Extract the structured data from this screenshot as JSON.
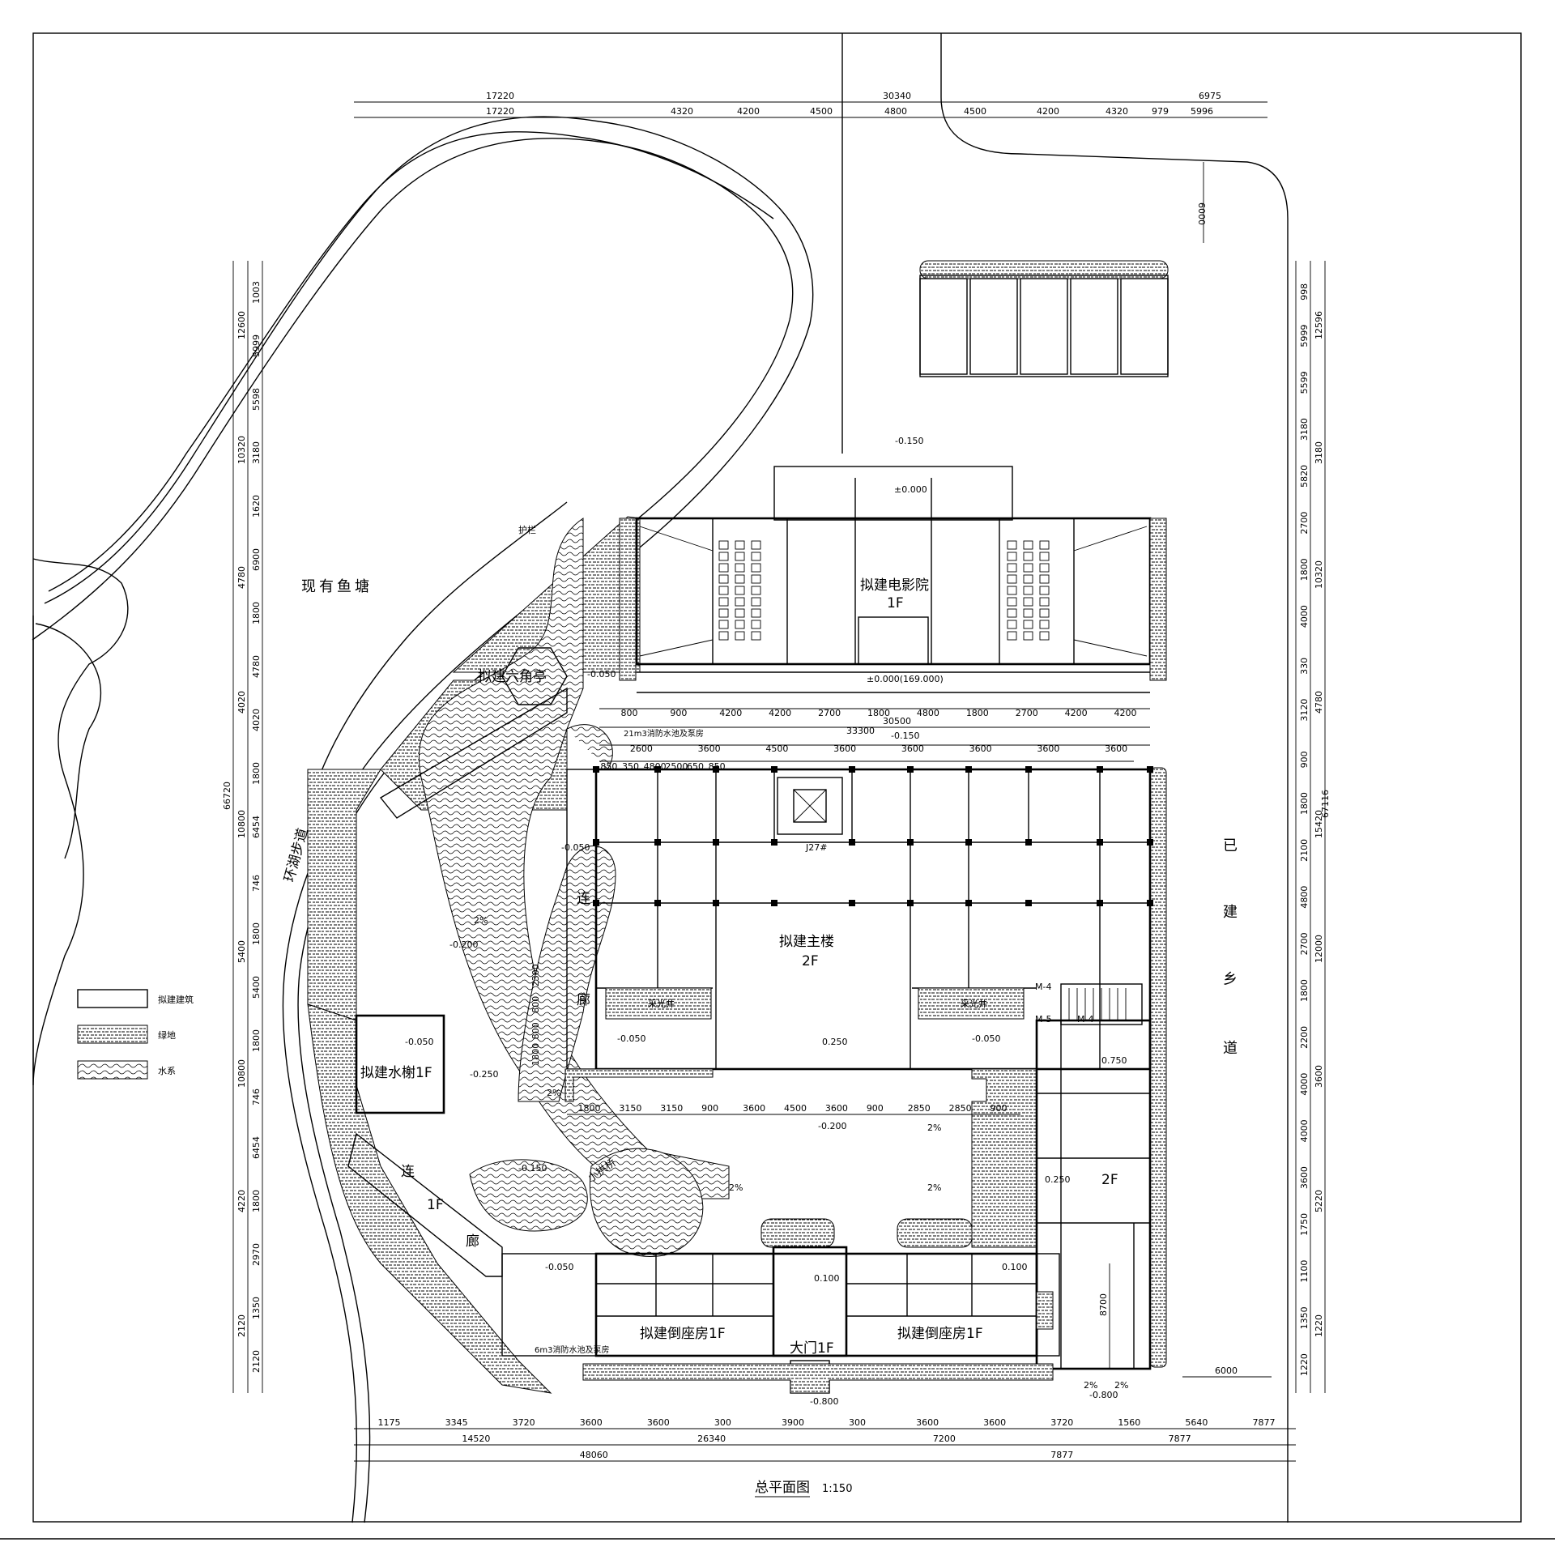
{
  "drawing": {
    "title": "总平面图",
    "scale": "1:150",
    "pond_label": "现有鱼塘",
    "road_label": [
      "已",
      "建",
      "乡",
      "道"
    ],
    "lake_walk": "环湖步道",
    "rail_label": "护栏"
  },
  "buildings": {
    "cinema": {
      "name": "拟建电影院",
      "floor": "1F"
    },
    "main": {
      "name": "拟建主楼",
      "floor": "2F"
    },
    "hexagon": "拟建六角亭",
    "water_pavilion": "拟建水榭1F",
    "side_left": "拟建倒座房1F",
    "side_right": "拟建倒座房1F",
    "gate": "大门1F",
    "east_wing_floor": "2F",
    "corridor_a": "连",
    "corridor_b": "廊",
    "corridor_c": [
      "连",
      "1F",
      "廊"
    ],
    "bridge": "小拱桥",
    "light_well_l": "采光井",
    "light_well_r": "采光井",
    "tank_top": "21m3消防水池及泵房",
    "tank_bottom": "6m3消防水池及泵房",
    "stair_labels": [
      "M-4",
      "M-5",
      "M-4"
    ],
    "j_label": "J27#"
  },
  "elevations": {
    "e1": "-0.150",
    "e2": "±0.000",
    "e3": "±0.000(169.000)",
    "e4": "-0.050",
    "e5": "-0.150",
    "e6": "-0.050",
    "e7": "-0.200",
    "e8": "-0.050",
    "e9": "-0.050",
    "e10": "0.250",
    "e11": "-0.050",
    "e12": "0.750",
    "e13": "-0.250",
    "e14": "-0.200",
    "e15": "-0.150",
    "e16": "0.250",
    "e17": "-0.050",
    "e18": "0.100",
    "e19": "0.100",
    "e20": "-0.800",
    "e21": "-0.800",
    "slope": "2%"
  },
  "legend": [
    {
      "label": "拟建建筑"
    },
    {
      "label": "绿地"
    },
    {
      "label": "水系"
    }
  ],
  "dims": {
    "top_row1": [
      "17220",
      "30340",
      "6975"
    ],
    "top_row2": [
      "17220",
      "4320",
      "4200",
      "4500",
      "4800",
      "4500",
      "4200",
      "4320",
      "979",
      "5996"
    ],
    "top_vert": "6000",
    "left_col1": [
      "66720"
    ],
    "left_col2": [
      "12600",
      "10320",
      "4780",
      "4020",
      "10800",
      "5400",
      "10800",
      "4220",
      "2120"
    ],
    "left_col3": [
      "1003",
      "5999",
      "5598",
      "3180",
      "1620",
      "6900",
      "1800",
      "4780",
      "4020",
      "1800",
      "6454",
      "746",
      "1800",
      "5400",
      "1800",
      "746",
      "6454",
      "1800",
      "2970",
      "1350",
      "2120"
    ],
    "right_col1": [
      "12596",
      "3180",
      "10320",
      "4780",
      "15420",
      "12000",
      "3600",
      "5220",
      "1220"
    ],
    "right_col2": [
      "998",
      "5999",
      "5599",
      "3180",
      "5820",
      "2700",
      "1800",
      "4000",
      "330",
      "3120",
      "900",
      "1800",
      "2100",
      "4800",
      "2700",
      "1800",
      "2200",
      "4000",
      "4000",
      "3600",
      "1750",
      "1100",
      "1350",
      "1220"
    ],
    "right_total": "67116",
    "mid_row1": [
      "800",
      "900",
      "4200",
      "4200",
      "2700",
      "1800",
      "4800",
      "1800",
      "2700",
      "4200",
      "4200"
    ],
    "mid_total1": "30500",
    "mid_total2": "33300",
    "mid_row2": [
      "2600",
      "3600",
      "4500",
      "3600",
      "3600",
      "3600",
      "3600",
      "3600"
    ],
    "mid_small": [
      "850",
      "350",
      "4800",
      "2500",
      "650",
      "850"
    ],
    "court_row": [
      "1800",
      "3150",
      "3150",
      "900",
      "3600",
      "4500",
      "3600",
      "900",
      "2850",
      "2850",
      "900"
    ],
    "court_vert": [
      "2300",
      "800",
      "800",
      "1800"
    ],
    "east_vert": "8700",
    "east_horiz": "6000",
    "bottom_row1": [
      "1175",
      "3345",
      "3720",
      "3600",
      "3600",
      "300",
      "3900",
      "300",
      "3600",
      "3600",
      "3720",
      "1560",
      "5640",
      "7877"
    ],
    "bottom_row2": [
      "14520",
      "26340",
      "7200",
      "7877"
    ],
    "bottom_row3": [
      "48060",
      "7877"
    ]
  }
}
